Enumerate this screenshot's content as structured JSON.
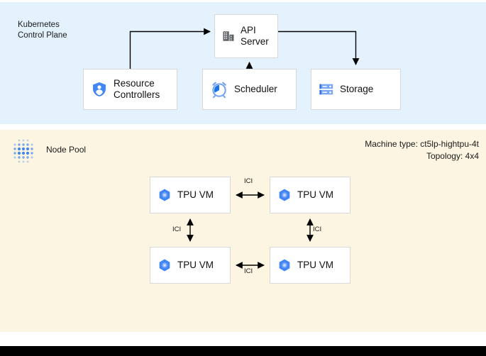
{
  "diagram": {
    "title_hidden": "",
    "colors": {
      "control_plane_bg": "#e3f2fd",
      "node_pool_bg": "#fbf5e1",
      "box_bg": "#ffffff",
      "box_border": "#d8d8d8",
      "accent_blue": "#4285f4",
      "icon_gray": "#5f6368",
      "line": "#000000",
      "bottom_bar": "#000000"
    },
    "control_plane": {
      "label": "Kubernetes\nControl Plane",
      "nodes": [
        {
          "id": "api-server",
          "label": "API\nServer",
          "icon": "server-building-icon"
        },
        {
          "id": "resource-controllers",
          "label": "Resource\nControllers",
          "icon": "shield-person-icon"
        },
        {
          "id": "scheduler",
          "label": "Scheduler",
          "icon": "alarm-clock-icon"
        },
        {
          "id": "storage",
          "label": "Storage",
          "icon": "storage-stack-icon"
        }
      ],
      "connectors": [
        {
          "from": "resource-controllers",
          "to": "api-server",
          "direction": "one-way"
        },
        {
          "from": "scheduler",
          "to": "api-server",
          "direction": "one-way"
        },
        {
          "from": "api-server",
          "to": "storage",
          "direction": "one-way"
        }
      ]
    },
    "node_pool": {
      "label": "Node Pool",
      "icon": "dot-grid-icon",
      "machine_type_line": "Machine type: ct5lp-hightpu-4t",
      "topology_line": "Topology: 4x4",
      "vms": [
        {
          "id": "tpu-vm-1",
          "label": "TPU VM",
          "icon": "tpu-hexagon-icon"
        },
        {
          "id": "tpu-vm-2",
          "label": "TPU VM",
          "icon": "tpu-hexagon-icon"
        },
        {
          "id": "tpu-vm-3",
          "label": "TPU VM",
          "icon": "tpu-hexagon-icon"
        },
        {
          "id": "tpu-vm-4",
          "label": "TPU VM",
          "icon": "tpu-hexagon-icon"
        }
      ],
      "links": [
        {
          "id": "ici-top",
          "label": "ICI",
          "between": [
            "tpu-vm-1",
            "tpu-vm-2"
          ],
          "direction": "two-way"
        },
        {
          "id": "ici-left",
          "label": "ICI",
          "between": [
            "tpu-vm-1",
            "tpu-vm-3"
          ],
          "direction": "two-way"
        },
        {
          "id": "ici-right",
          "label": "ICI",
          "between": [
            "tpu-vm-2",
            "tpu-vm-4"
          ],
          "direction": "two-way"
        },
        {
          "id": "ici-bottom",
          "label": "ICI",
          "between": [
            "tpu-vm-3",
            "tpu-vm-4"
          ],
          "direction": "two-way"
        }
      ]
    }
  }
}
